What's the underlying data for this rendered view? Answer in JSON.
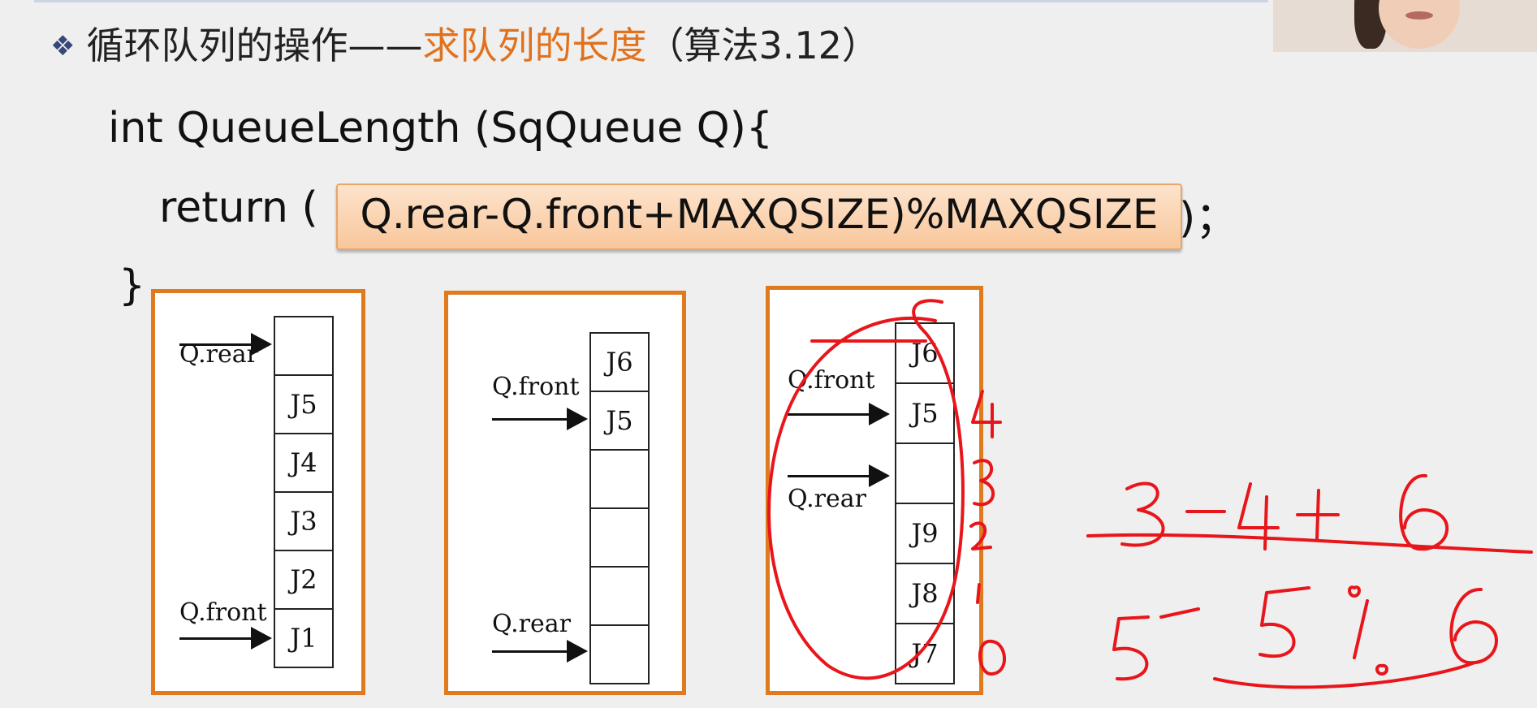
{
  "title": {
    "bullet": "❖",
    "prefix": "循环队列的操作——",
    "highlight": "求队列的长度",
    "suffix": "（算法3.12）"
  },
  "code": {
    "line1": "int  QueueLength (SqQueue Q){",
    "line2_start": "return (",
    "formula": "Q.rear-Q.front+MAXQSIZE)%MAXQSIZE",
    "line2_end": ")；",
    "line3": "}"
  },
  "diagrams": [
    {
      "cells": [
        "",
        "J5",
        "J4",
        "J3",
        "J2",
        "J1"
      ],
      "pointers": [
        {
          "label": "Q.rear",
          "cell_index": 0
        },
        {
          "label": "Q.front",
          "cell_index": 5
        }
      ]
    },
    {
      "cells": [
        "J6",
        "J5",
        "",
        "",
        "",
        ""
      ],
      "pointers": [
        {
          "label": "Q.front",
          "cell_index": 1
        },
        {
          "label": "Q.rear",
          "cell_index": 5
        }
      ]
    },
    {
      "cells": [
        "J6",
        "J5",
        "",
        "J9",
        "J8",
        "J7"
      ],
      "pointers": [
        {
          "label": "Q.front",
          "cell_index": 1
        },
        {
          "label": "Q.rear",
          "cell_index": 2
        }
      ]
    }
  ],
  "annotations": {
    "ink_color": "#e8161b",
    "index_marks": [
      "4",
      "3",
      "2",
      "1",
      "0"
    ],
    "numerator": "3-4+6",
    "denominator": "5-5%6"
  }
}
